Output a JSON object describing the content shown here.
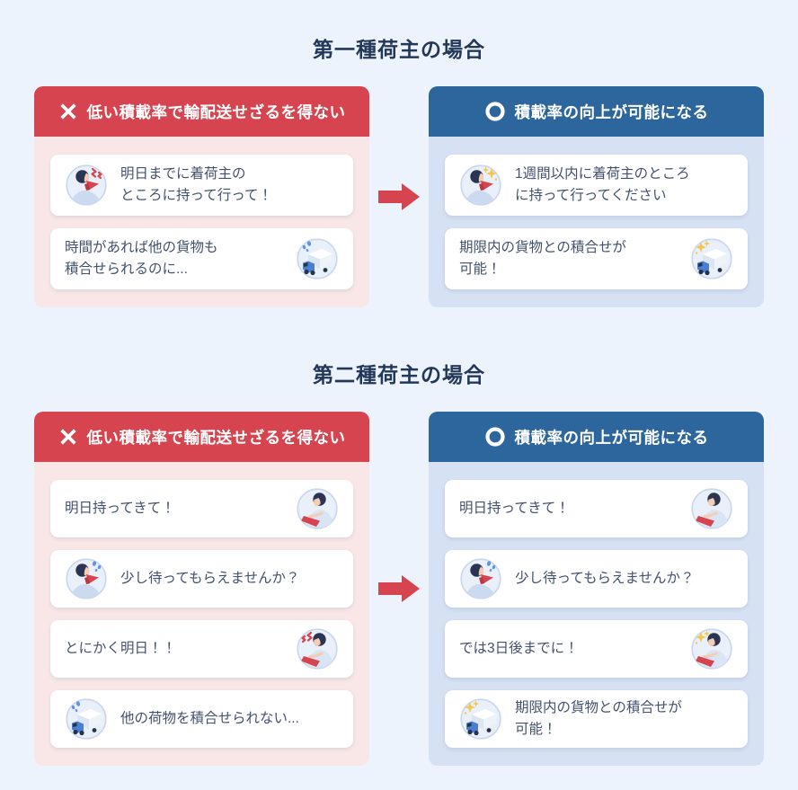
{
  "colors": {
    "background": "#edf3fc",
    "negative_header": "#d6454f",
    "negative_body": "#f9e7e7",
    "positive_header": "#2d669c",
    "positive_body": "#d6e1f3",
    "title_text": "#233859",
    "bubble_text": "#42516d",
    "arrow": "#d6454f"
  },
  "sections": [
    {
      "title": "第一種荷主の場合",
      "before": {
        "icon": "x-icon",
        "header": "低い積載率で輸配送せざるを得ない",
        "bubbles": [
          {
            "text": "明日までに着荷主の\nところに持って行って！",
            "icon": "megaphone-person-anger-icon"
          },
          {
            "text": "時間があれば他の貨物も\n積合せられるのに...",
            "icon": "truck-sweat-icon"
          }
        ]
      },
      "after": {
        "icon": "circle-icon",
        "header": "積載率の向上が可能になる",
        "bubbles": [
          {
            "text": "1週間以内に着荷主のところ\nに持って行ってください",
            "icon": "megaphone-person-sparkle-icon"
          },
          {
            "text": "期限内の貨物との積合せが\n可能！",
            "icon": "truck-sparkle-icon"
          }
        ]
      }
    },
    {
      "title": "第二種荷主の場合",
      "before": {
        "icon": "x-icon",
        "header": "低い積載率で輸配送せざるを得ない",
        "bubbles": [
          {
            "text": "明日持ってきて！",
            "icon": "clipboard-person-icon"
          },
          {
            "text": "少し待ってもらえませんか？",
            "icon": "megaphone-person-sweat-icon"
          },
          {
            "text": "とにかく明日！！",
            "icon": "clipboard-person-anger-icon"
          },
          {
            "text": "他の荷物を積合せられない...",
            "icon": "truck-sweat-icon"
          }
        ]
      },
      "after": {
        "icon": "circle-icon",
        "header": "積載率の向上が可能になる",
        "bubbles": [
          {
            "text": "明日持ってきて！",
            "icon": "clipboard-person-icon"
          },
          {
            "text": "少し待ってもらえませんか？",
            "icon": "megaphone-person-sweat-icon"
          },
          {
            "text": "では3日後までに！",
            "icon": "clipboard-person-sparkle-icon"
          },
          {
            "text": "期限内の貨物との積合せが\n可能！",
            "icon": "truck-sparkle-icon"
          }
        ]
      }
    }
  ]
}
